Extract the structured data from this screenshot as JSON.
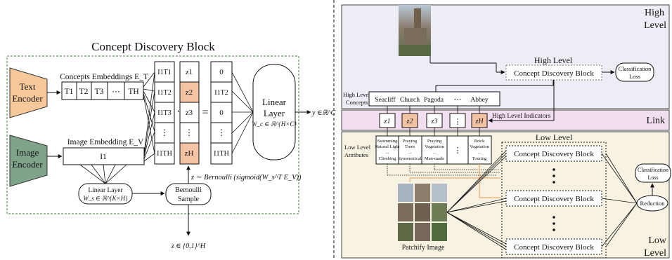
{
  "left": {
    "title": "Concept Discovery Block",
    "text_encoder": [
      "Text",
      "Encoder"
    ],
    "image_encoder": [
      "Image",
      "Encoder"
    ],
    "concepts_embeddings_label": "Concepts Embeddings E_T",
    "text_tokens": [
      "T1",
      "T2",
      "T3",
      "⋯",
      "TH"
    ],
    "image_embedding_label": "Image Embedding E_V",
    "image_token": "I1",
    "sim_column": [
      "I1T1",
      "I1T2",
      "I1T3",
      "⋮",
      "I1TH"
    ],
    "z_column": [
      "z1",
      "z2",
      "z3",
      "⋮",
      "zH"
    ],
    "out_column": [
      "0",
      "I1T2",
      "0",
      "⋮",
      "I1TH"
    ],
    "dot_op": "·",
    "eq_op": "=",
    "linear_layer": [
      "Linear",
      "Layer",
      "W_c ∈ ℝ^{H×C}"
    ],
    "output_y": "y ∈ℝ^C",
    "linear_layer_small": [
      "Linear Layer",
      "W_s ∈ ℝ^{K×H}"
    ],
    "bernoulli": [
      "Bernoulli",
      "Sample"
    ],
    "z_formula": "z ∼ Bernoulli (sigmoid(W_s^T E_V))",
    "z_space": "z ∈ {0,1}^H"
  },
  "right": {
    "high_level_label": [
      "High",
      "Level"
    ],
    "high_level_title": "High Level",
    "cdb": "Concept Discovery Block",
    "classification_loss": [
      "Classification",
      "Loss"
    ],
    "high_level_concepts_label": [
      "High Level",
      "Concepts"
    ],
    "concepts": [
      "Seacliff",
      "Church",
      "Pagoda",
      "⋯",
      "Abbey"
    ],
    "link_label": "Link",
    "indicators": [
      "z1",
      "z2",
      "z3",
      "⋮",
      "zH"
    ],
    "high_level_indicators": "High Level Indicators",
    "low_level_attributes_label": [
      "Low Level",
      "Attributes"
    ],
    "attribute_groups": [
      [
        "Swimming",
        "Natural Light",
        "...",
        "Climbing"
      ],
      [
        "Praying",
        "Trees",
        "...",
        "Symmetrical"
      ],
      [
        "Praying",
        "Vegetation",
        "...",
        "Man-made"
      ],
      [
        "⋮"
      ],
      [
        "Brick",
        "Vegetation",
        "...",
        "Touring"
      ]
    ],
    "low_level_title": "Low Level",
    "low_cdbs": [
      "Concept Discovery Block",
      "Concept Discovery Block",
      "Concept Discovery Block"
    ],
    "reduction": "Reduction",
    "patchify": "Patchify Image",
    "low_level_label": [
      "Low",
      "Level"
    ]
  },
  "colors": {
    "text_encoder": "#f7c99a",
    "image_encoder": "#7fa48a",
    "highlight": "#f4c3a4",
    "high_panel": "#ededf5",
    "link_panel": "#f1dff0",
    "low_panel": "#f8f2e2",
    "orange_line": "#f0a868",
    "green_dash": "#3f7f3f"
  }
}
